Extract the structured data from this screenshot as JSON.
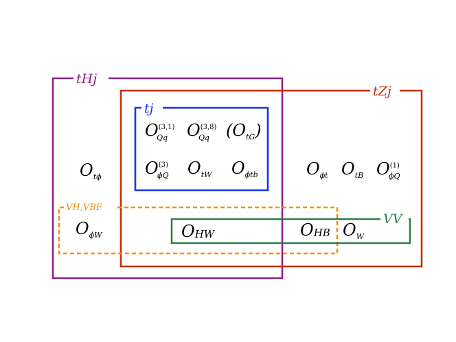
{
  "colors": {
    "thj": "#8B2289",
    "tzj": "#C42E0E",
    "tj": "#1436E8",
    "vh_vbf": "#FF8C00",
    "vv": "#2E7D4A"
  },
  "boxes": {
    "thj": {
      "label": "tHj"
    },
    "tzj": {
      "label": "tZj"
    },
    "tj": {
      "label": "tj"
    },
    "vh_vbf": {
      "label": "VH,VBF"
    },
    "vv": {
      "label": "VV"
    }
  },
  "operators": {
    "qq31": {
      "main": "O",
      "sub": "Qq",
      "sup": "(3,1)"
    },
    "qq38": {
      "main": "O",
      "sub": "Qq",
      "sup": "(3,8)"
    },
    "tg": {
      "open": "(",
      "main": "O",
      "sub": "tG",
      "close": ")"
    },
    "phiq3": {
      "main": "O",
      "sub": "ϕQ",
      "sup": "(3)"
    },
    "tw": {
      "main": "O",
      "sub": "tW"
    },
    "phitb": {
      "main": "O",
      "sub": "ϕtb"
    },
    "tphi": {
      "main": "O",
      "sub": "tϕ"
    },
    "phit": {
      "main": "O",
      "sub": "ϕt"
    },
    "tb": {
      "main": "O",
      "sub": "tB"
    },
    "phiq1": {
      "main": "O",
      "sub": "ϕQ",
      "sup": "(1)"
    },
    "phiw": {
      "main": "O",
      "sub": "ϕW"
    },
    "hw": {
      "main": "O",
      "sub": "HW"
    },
    "hb": {
      "main": "O",
      "sub": "HB"
    },
    "w": {
      "main": "O",
      "sub": "W"
    }
  }
}
